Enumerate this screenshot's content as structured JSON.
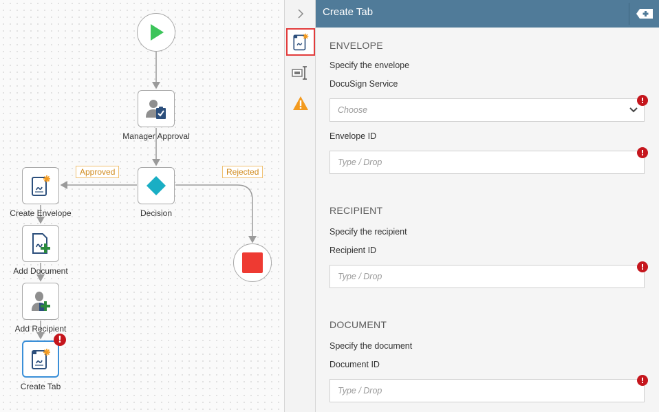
{
  "workflow": {
    "nodes": {
      "manager_approval": "Manager Approval",
      "decision": "Decision",
      "create_envelope": "Create Envelope",
      "add_document": "Add Document",
      "add_recipient": "Add Recipient",
      "create_tab": "Create Tab"
    },
    "edges": {
      "approved": "Approved",
      "rejected": "Rejected"
    },
    "error_badge": "!"
  },
  "sidebar": {
    "icons": [
      "chevron-right-icon",
      "docusign-create-tab-icon",
      "field-mapping-icon",
      "warning-icon"
    ],
    "active": "docusign-create-tab-icon"
  },
  "panel": {
    "title": "Create Tab",
    "sections": {
      "envelope": {
        "title": "ENVELOPE",
        "description": "Specify the envelope",
        "service_label": "DocuSign Service",
        "service_placeholder": "Choose",
        "envelope_id_label": "Envelope ID",
        "envelope_id_placeholder": "Type / Drop"
      },
      "recipient": {
        "title": "RECIPIENT",
        "description": "Specify the recipient",
        "recipient_id_label": "Recipient ID",
        "recipient_id_placeholder": "Type / Drop"
      },
      "document": {
        "title": "DOCUMENT",
        "description": "Specify the document",
        "document_id_label": "Document ID",
        "document_id_placeholder": "Type / Drop"
      }
    },
    "required_marker": "!"
  },
  "colors": {
    "header": "#507b99",
    "start": "#3cc45a",
    "stop": "#ee3a32",
    "decision": "#1aaec4",
    "error": "#c5161d",
    "approved_text": "#d08a1c",
    "selected_border": "#3a8fd8",
    "active_tab_border": "#e23b3b"
  }
}
